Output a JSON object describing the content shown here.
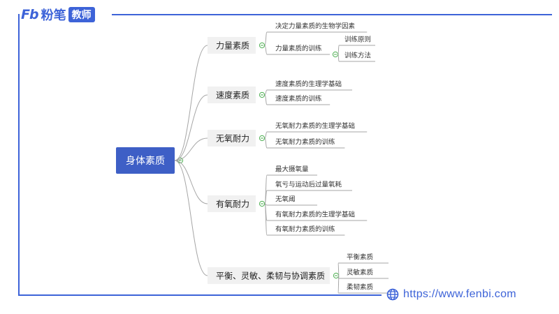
{
  "brand": {
    "mark": "Fb",
    "name": "粉笔",
    "tag": "教师"
  },
  "footer": {
    "url": "https://www.fenbi.com",
    "icon": "globe-icon"
  },
  "colors": {
    "accent": "#3d63d8",
    "root_fill": "#3e5fc6",
    "branch_fill": "#f1f1f1",
    "line": "#a6a6a6"
  },
  "mindmap": {
    "root": "身体素质",
    "branches": [
      {
        "label": "力量素质",
        "children": [
          {
            "label": "决定力量素质的生物学因素"
          },
          {
            "label": "力量素质的训练",
            "children": [
              {
                "label": "训练原则"
              },
              {
                "label": "训练方法"
              }
            ]
          }
        ]
      },
      {
        "label": "速度素质",
        "children": [
          {
            "label": "速度素质的生理学基础"
          },
          {
            "label": "速度素质的训练"
          }
        ]
      },
      {
        "label": "无氧耐力",
        "children": [
          {
            "label": "无氧耐力素质的生理学基础"
          },
          {
            "label": "无氧耐力素质的训练"
          }
        ]
      },
      {
        "label": "有氧耐力",
        "children": [
          {
            "label": "最大摄氧量"
          },
          {
            "label": "氧亏与运动后过量氧耗"
          },
          {
            "label": "无氧阈"
          },
          {
            "label": "有氧耐力素质的生理学基础"
          },
          {
            "label": "有氧耐力素质的训练"
          }
        ]
      },
      {
        "label": "平衡、灵敏、柔韧与协调素质",
        "children": [
          {
            "label": "平衡素质"
          },
          {
            "label": "灵敏素质"
          },
          {
            "label": "柔韧素质"
          }
        ]
      }
    ]
  }
}
